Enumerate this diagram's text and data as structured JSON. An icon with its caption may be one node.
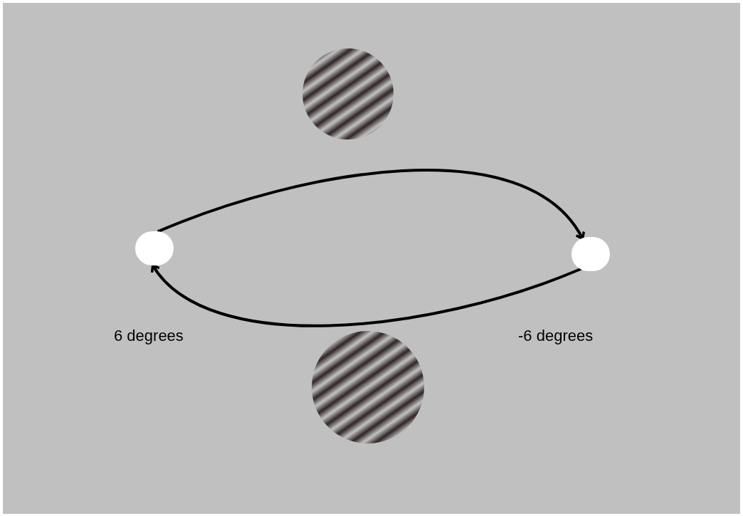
{
  "diagram": {
    "nodes": [
      {
        "text": [],
        "shape": "circle"
      },
      {
        "text": [],
        "shape": "circle"
      },
      {
        "text": [],
        "shape": "circle"
      },
      {
        "text": [],
        "shape": "circle"
      }
    ],
    "labels": [
      "6 degrees",
      "-6 degrees"
    ],
    "edges": [
      {
        "from": 1,
        "to": 2,
        "arrow": "to"
      },
      {
        "from": 2,
        "to": 1,
        "arrow": "to"
      }
    ]
  }
}
